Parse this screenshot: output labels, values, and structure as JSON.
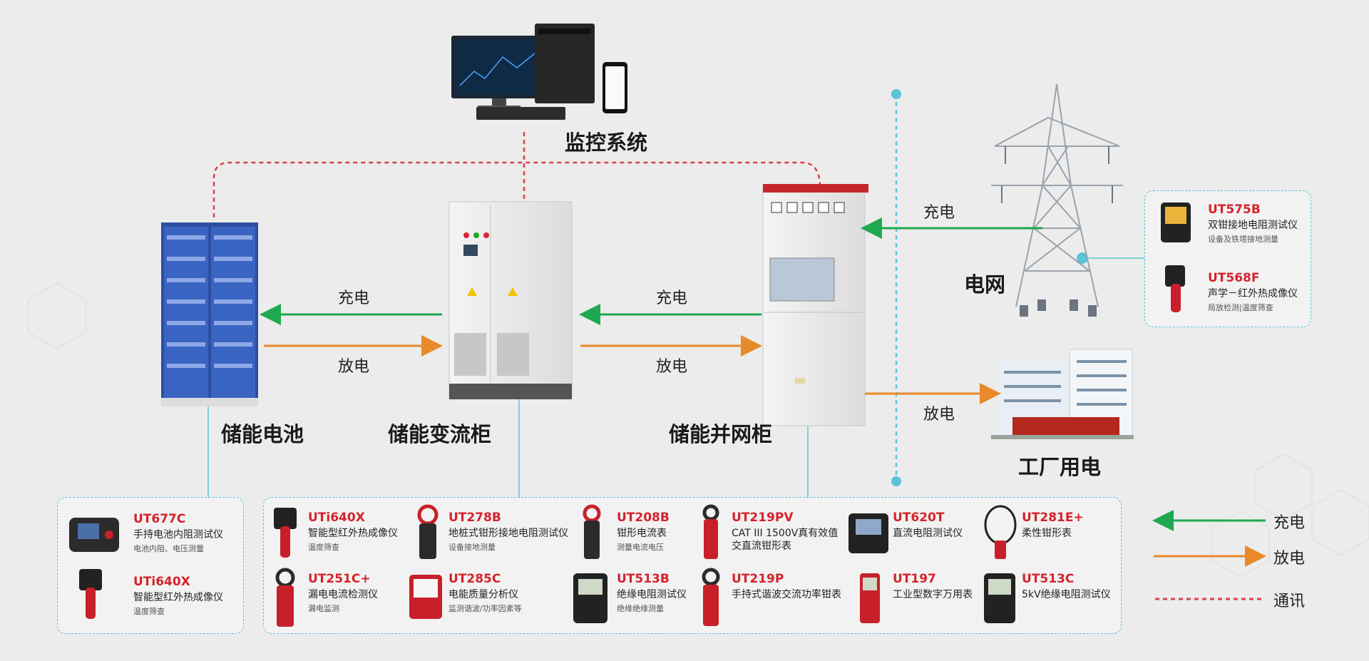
{
  "title": "",
  "labels": {
    "monitor": "监控系统",
    "battery": "储能电池",
    "pcs": "储能变流柜",
    "grid_cabinet": "储能并网柜",
    "grid": "电网",
    "factory": "工厂用电"
  },
  "flows": {
    "charge_1": "充电",
    "discharge_1": "放电",
    "charge_2": "充电",
    "discharge_2": "放电",
    "charge_3": "充电",
    "discharge_3": "放电"
  },
  "panel_grid": [
    {
      "model": "UT575B",
      "desc": "双钳接地电阻测试仪",
      "note": "设备及铁塔接地测量"
    },
    {
      "model": "UT568F",
      "desc": "声学－红外热成像仪",
      "note": "局放检测|温度筛查"
    }
  ],
  "panel_battery": [
    {
      "model": "UT677C",
      "desc": "手持电池内阻测试仪",
      "note": "电池内阻、电压测量"
    },
    {
      "model": "UTi640X",
      "desc": "智能型红外热成像仪",
      "note": "温度筛查"
    }
  ],
  "panel_main": [
    {
      "model": "UTi640X",
      "desc": "智能型红外热成像仪",
      "note": "温度筛查"
    },
    {
      "model": "UT278B",
      "desc": "地桩式钳形接地电阻测试仪",
      "note": "设备接地测量"
    },
    {
      "model": "UT208B",
      "desc": "钳形电流表",
      "note": "测量电流电压"
    },
    {
      "model": "UT219PV",
      "desc": "CAT III 1500V真有效值",
      "note": "交直流钳形表"
    },
    {
      "model": "UT620T",
      "desc": "直流电阻测试仪",
      "note": ""
    },
    {
      "model": "UT281E+",
      "desc": "柔性钳形表",
      "note": ""
    },
    {
      "model": "UT251C+",
      "desc": "漏电电流检测仪",
      "note": "漏电监测"
    },
    {
      "model": "UT285C",
      "desc": "电能质量分析仪",
      "note": "监测谐波/功率因素等"
    },
    {
      "model": "UT513B",
      "desc": "绝缘电阻测试仪",
      "note": "绝缘绝缘测量"
    },
    {
      "model": "UT219P",
      "desc": "手持式谐波交流功率钳表",
      "note": ""
    },
    {
      "model": "UT197",
      "desc": "工业型数字万用表",
      "note": ""
    },
    {
      "model": "UT513C",
      "desc": "5kV绝缘电阻测试仪",
      "note": ""
    }
  ],
  "legend": {
    "charge": "充电",
    "discharge": "放电",
    "comm": "通讯"
  },
  "colors": {
    "charge": "#1fa84f",
    "discharge": "#e8892a",
    "comm": "#d9424b",
    "connector": "#5bc3d6",
    "model": "#d4232c"
  }
}
